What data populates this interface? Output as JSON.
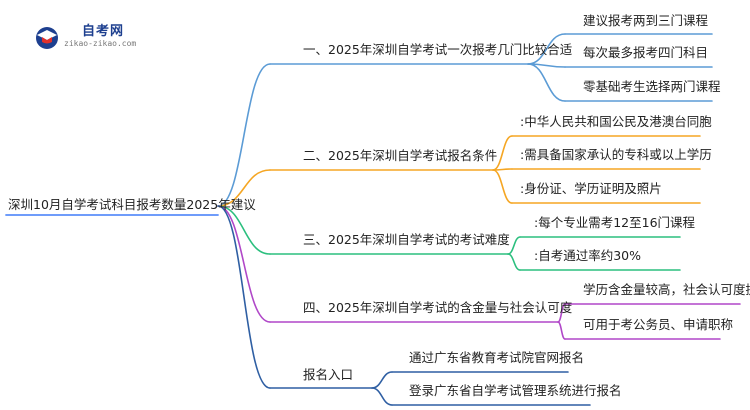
{
  "logo": {
    "title": "自考网",
    "domain": "zikao-zikao.com"
  },
  "root": "深圳10月自学考试科目报考数量2025年建议",
  "colors": {
    "root_line": "#5b8ff9",
    "branch_blue": "#5b9bd5",
    "branch_orange": "#f5a623",
    "branch_green": "#2bbf7e",
    "branch_purple": "#b047c8",
    "branch_navy": "#2f5fa3",
    "logo_blue": "#1d3f8f",
    "logo_red": "#e0302b"
  },
  "branches": [
    {
      "label": "一、2025年深圳自学考试一次报考几门比较合适",
      "leaves": [
        "建议报考两到三门课程",
        "每次最多报考四门科目",
        "零基础考生选择两门课程"
      ]
    },
    {
      "label": "二、2025年深圳自学考试报名条件",
      "leaves": [
        ":中华人民共和国公民及港澳台同胞",
        ":需具备国家承认的专科或以上学历",
        ":身份证、学历证明及照片"
      ]
    },
    {
      "label": "三、2025年深圳自学考试的考试难度",
      "leaves": [
        ":每个专业需考12至16门课程",
        ":自考通过率约30%"
      ]
    },
    {
      "label": "四、2025年深圳自学考试的含金量与社会认可度",
      "leaves": [
        "学历含金量较高，社会认可度提升",
        "可用于考公务员、申请职称"
      ]
    },
    {
      "label": "报名入口",
      "leaves": [
        "通过广东省教育考试院官网报名",
        "登录广东省自学考试管理系统进行报名"
      ]
    }
  ]
}
